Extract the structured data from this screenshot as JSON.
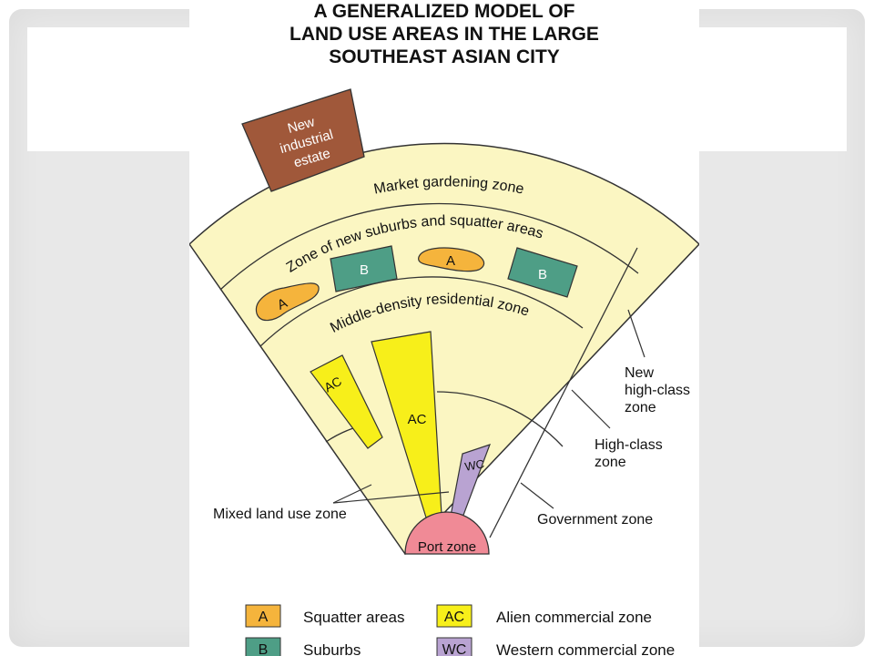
{
  "title_lines": [
    "A GENERALIZED MODEL OF",
    "LAND USE AREAS IN THE LARGE",
    "SOUTHEAST ASIAN CITY"
  ],
  "zones": {
    "new_industrial_estate": [
      "New",
      "industrial",
      "estate"
    ],
    "market_gardening": "Market  gardening zone",
    "new_suburbs_squatter": "Zone of new suburbs and squatter areas",
    "middle_density": "Middle-density residential zone",
    "port": "Port zone",
    "squatter_marker": "A",
    "suburb_marker": "B",
    "alien_marker": "AC",
    "western_marker": "WC"
  },
  "callouts": {
    "new_high_class": [
      "New",
      "high-class",
      "zone"
    ],
    "high_class": [
      "High-class",
      "zone"
    ],
    "government": "Government zone",
    "mixed_land_use": "Mixed land use zone"
  },
  "legend": [
    {
      "code": "A",
      "label": "Squatter areas",
      "color": "#f5b43c"
    },
    {
      "code": "B",
      "label": "Suburbs",
      "color": "#4e9e86"
    },
    {
      "code": "AC",
      "label": "Alien commercial zone",
      "color": "#f7ef1a"
    },
    {
      "code": "WC",
      "label": "Western commercial zone",
      "color": "#b9a3d2"
    }
  ],
  "colors": {
    "fan": "#fbf6c2",
    "industrial": "#a0583a",
    "squatter": "#f5b43c",
    "suburb": "#4e9e86",
    "alien": "#f7ef1a",
    "western": "#b9a3d2",
    "port": "#f08a96"
  }
}
